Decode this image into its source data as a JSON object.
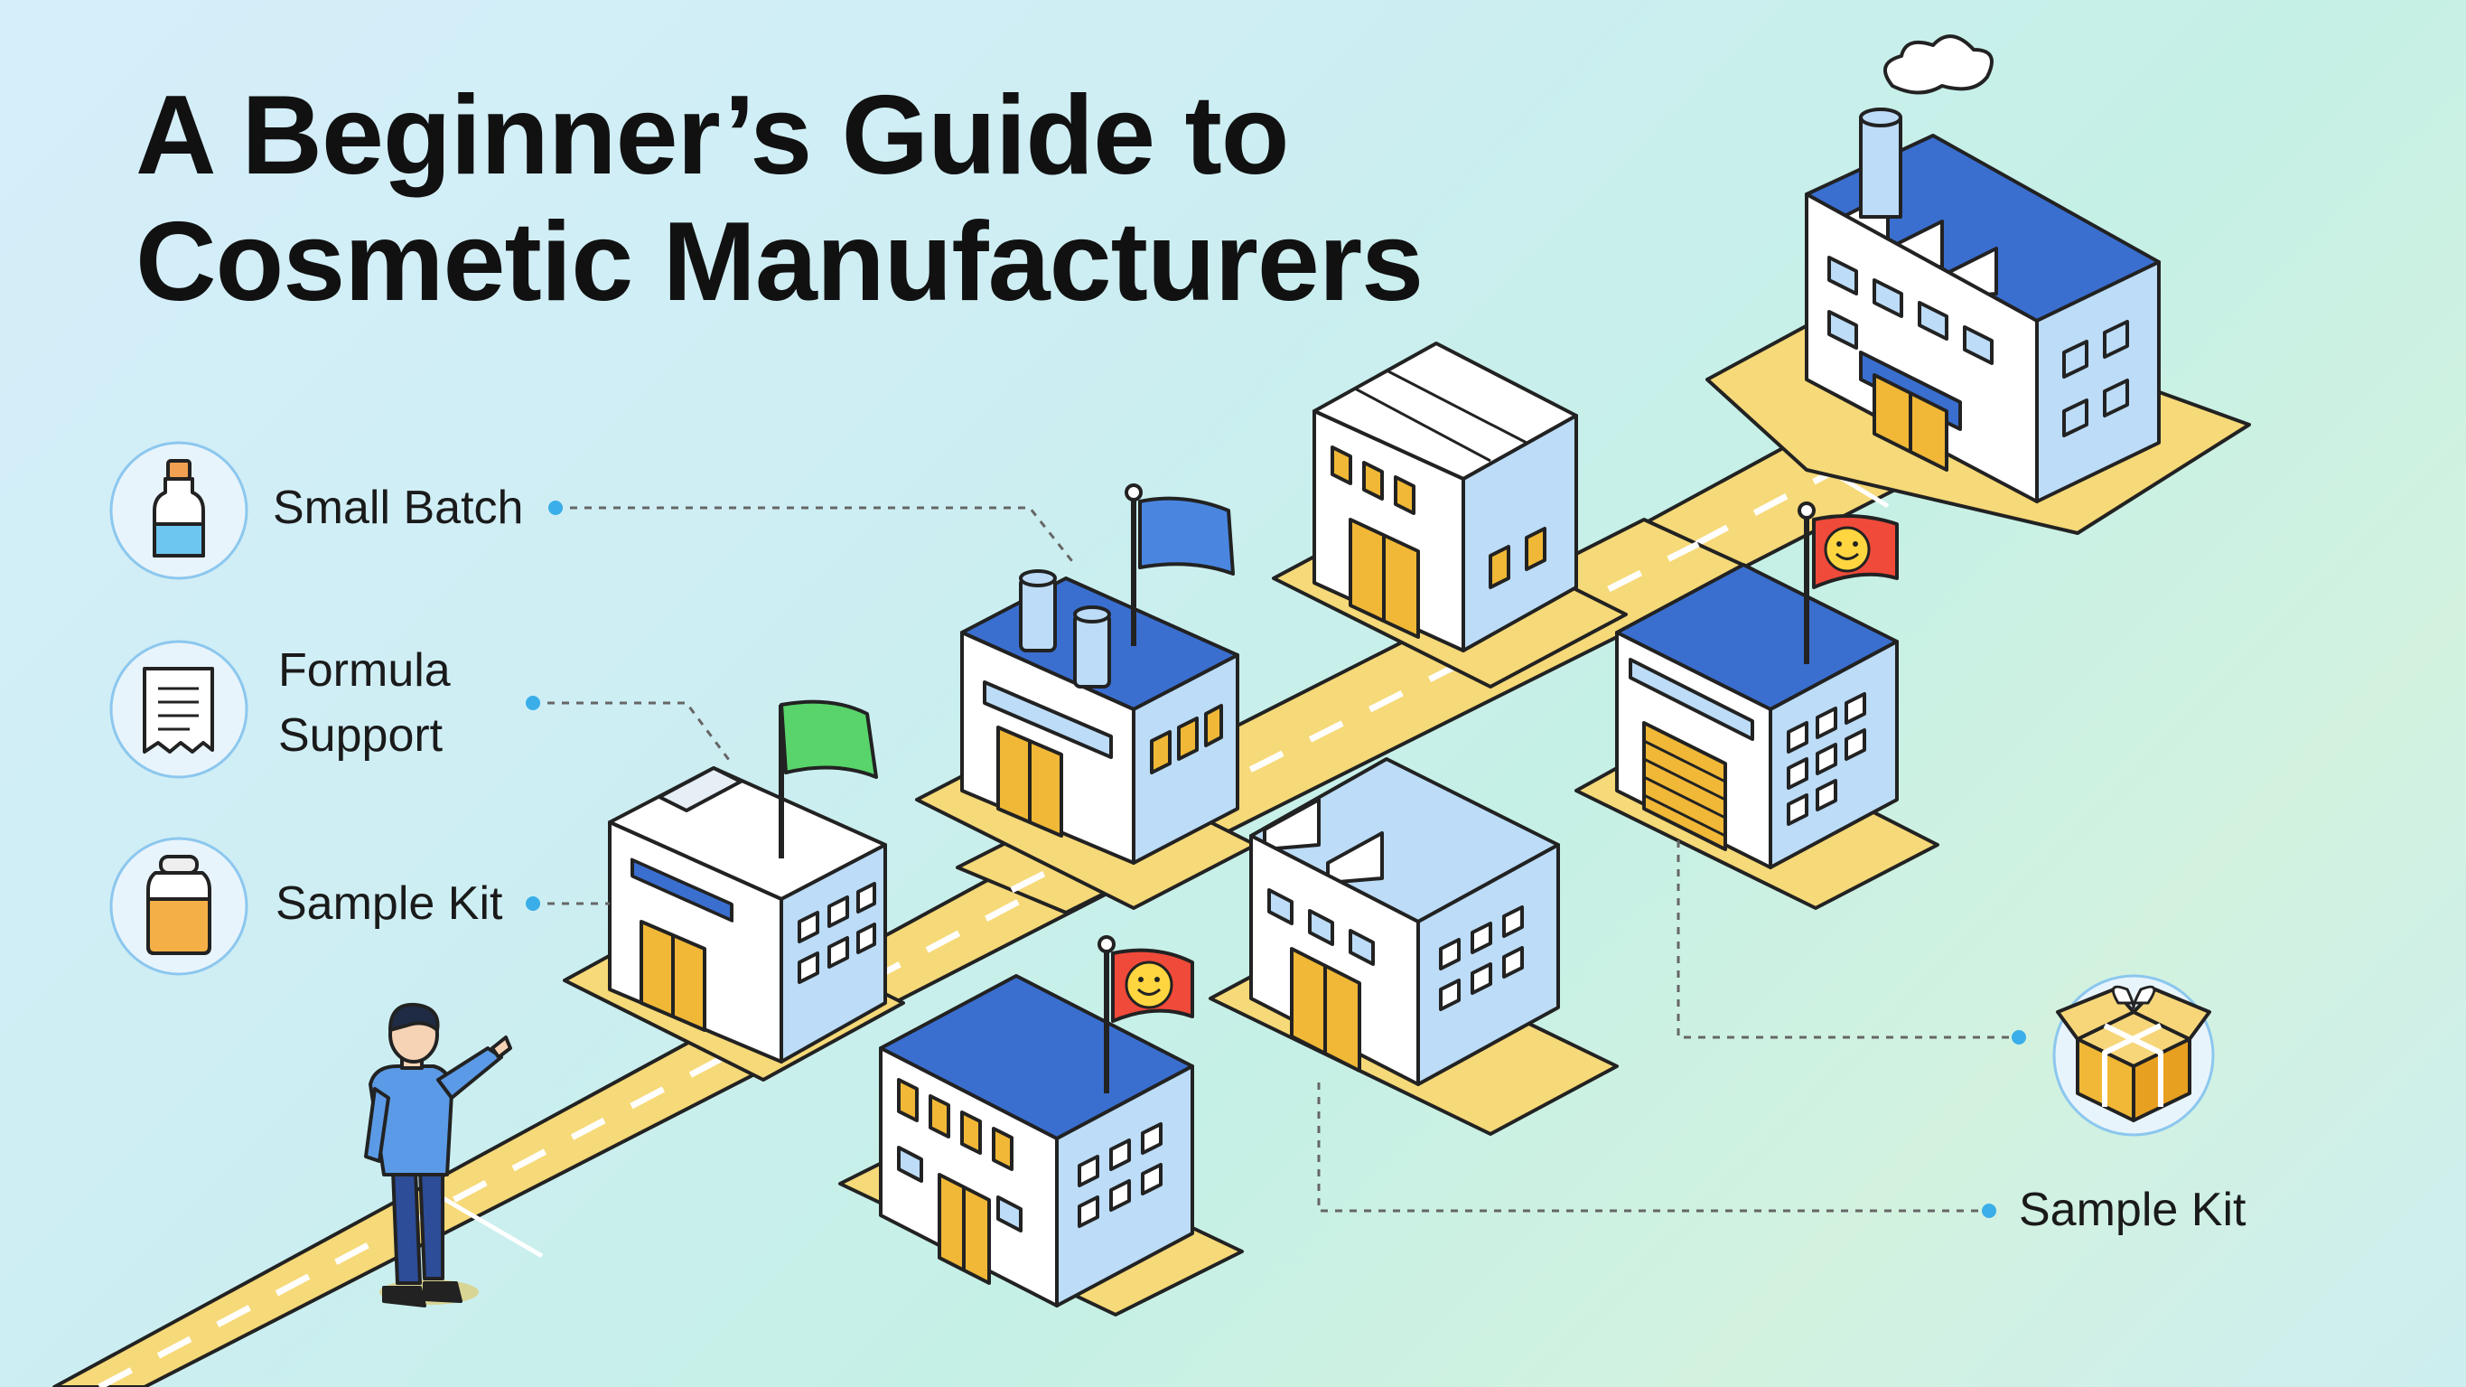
{
  "title": {
    "line1": "A Beginner’s Guide to",
    "line2": "Cosmetic Manufacturers"
  },
  "callouts": {
    "small_batch": {
      "label": "Small Batch",
      "icon": "bottle-icon"
    },
    "formula_support": {
      "line1": "Formula",
      "line2": "Support",
      "icon": "document-icon"
    },
    "sample_kit_left": {
      "label": "Sample Kit",
      "icon": "jar-icon"
    },
    "sample_kit_right": {
      "label": "Sample Kit",
      "icon": "gift-box-icon"
    }
  },
  "colors": {
    "road": "#f6d978",
    "road_edge": "#222222",
    "roof_blue": "#3a6fd0",
    "wall_light": "#bcdcf7",
    "wall_white": "#ffffff",
    "door": "#f0b836",
    "flag_green": "#58d46a",
    "flag_blue": "#4a86e0",
    "flag_red": "#f04a3a",
    "smiley": "#ffd640"
  }
}
